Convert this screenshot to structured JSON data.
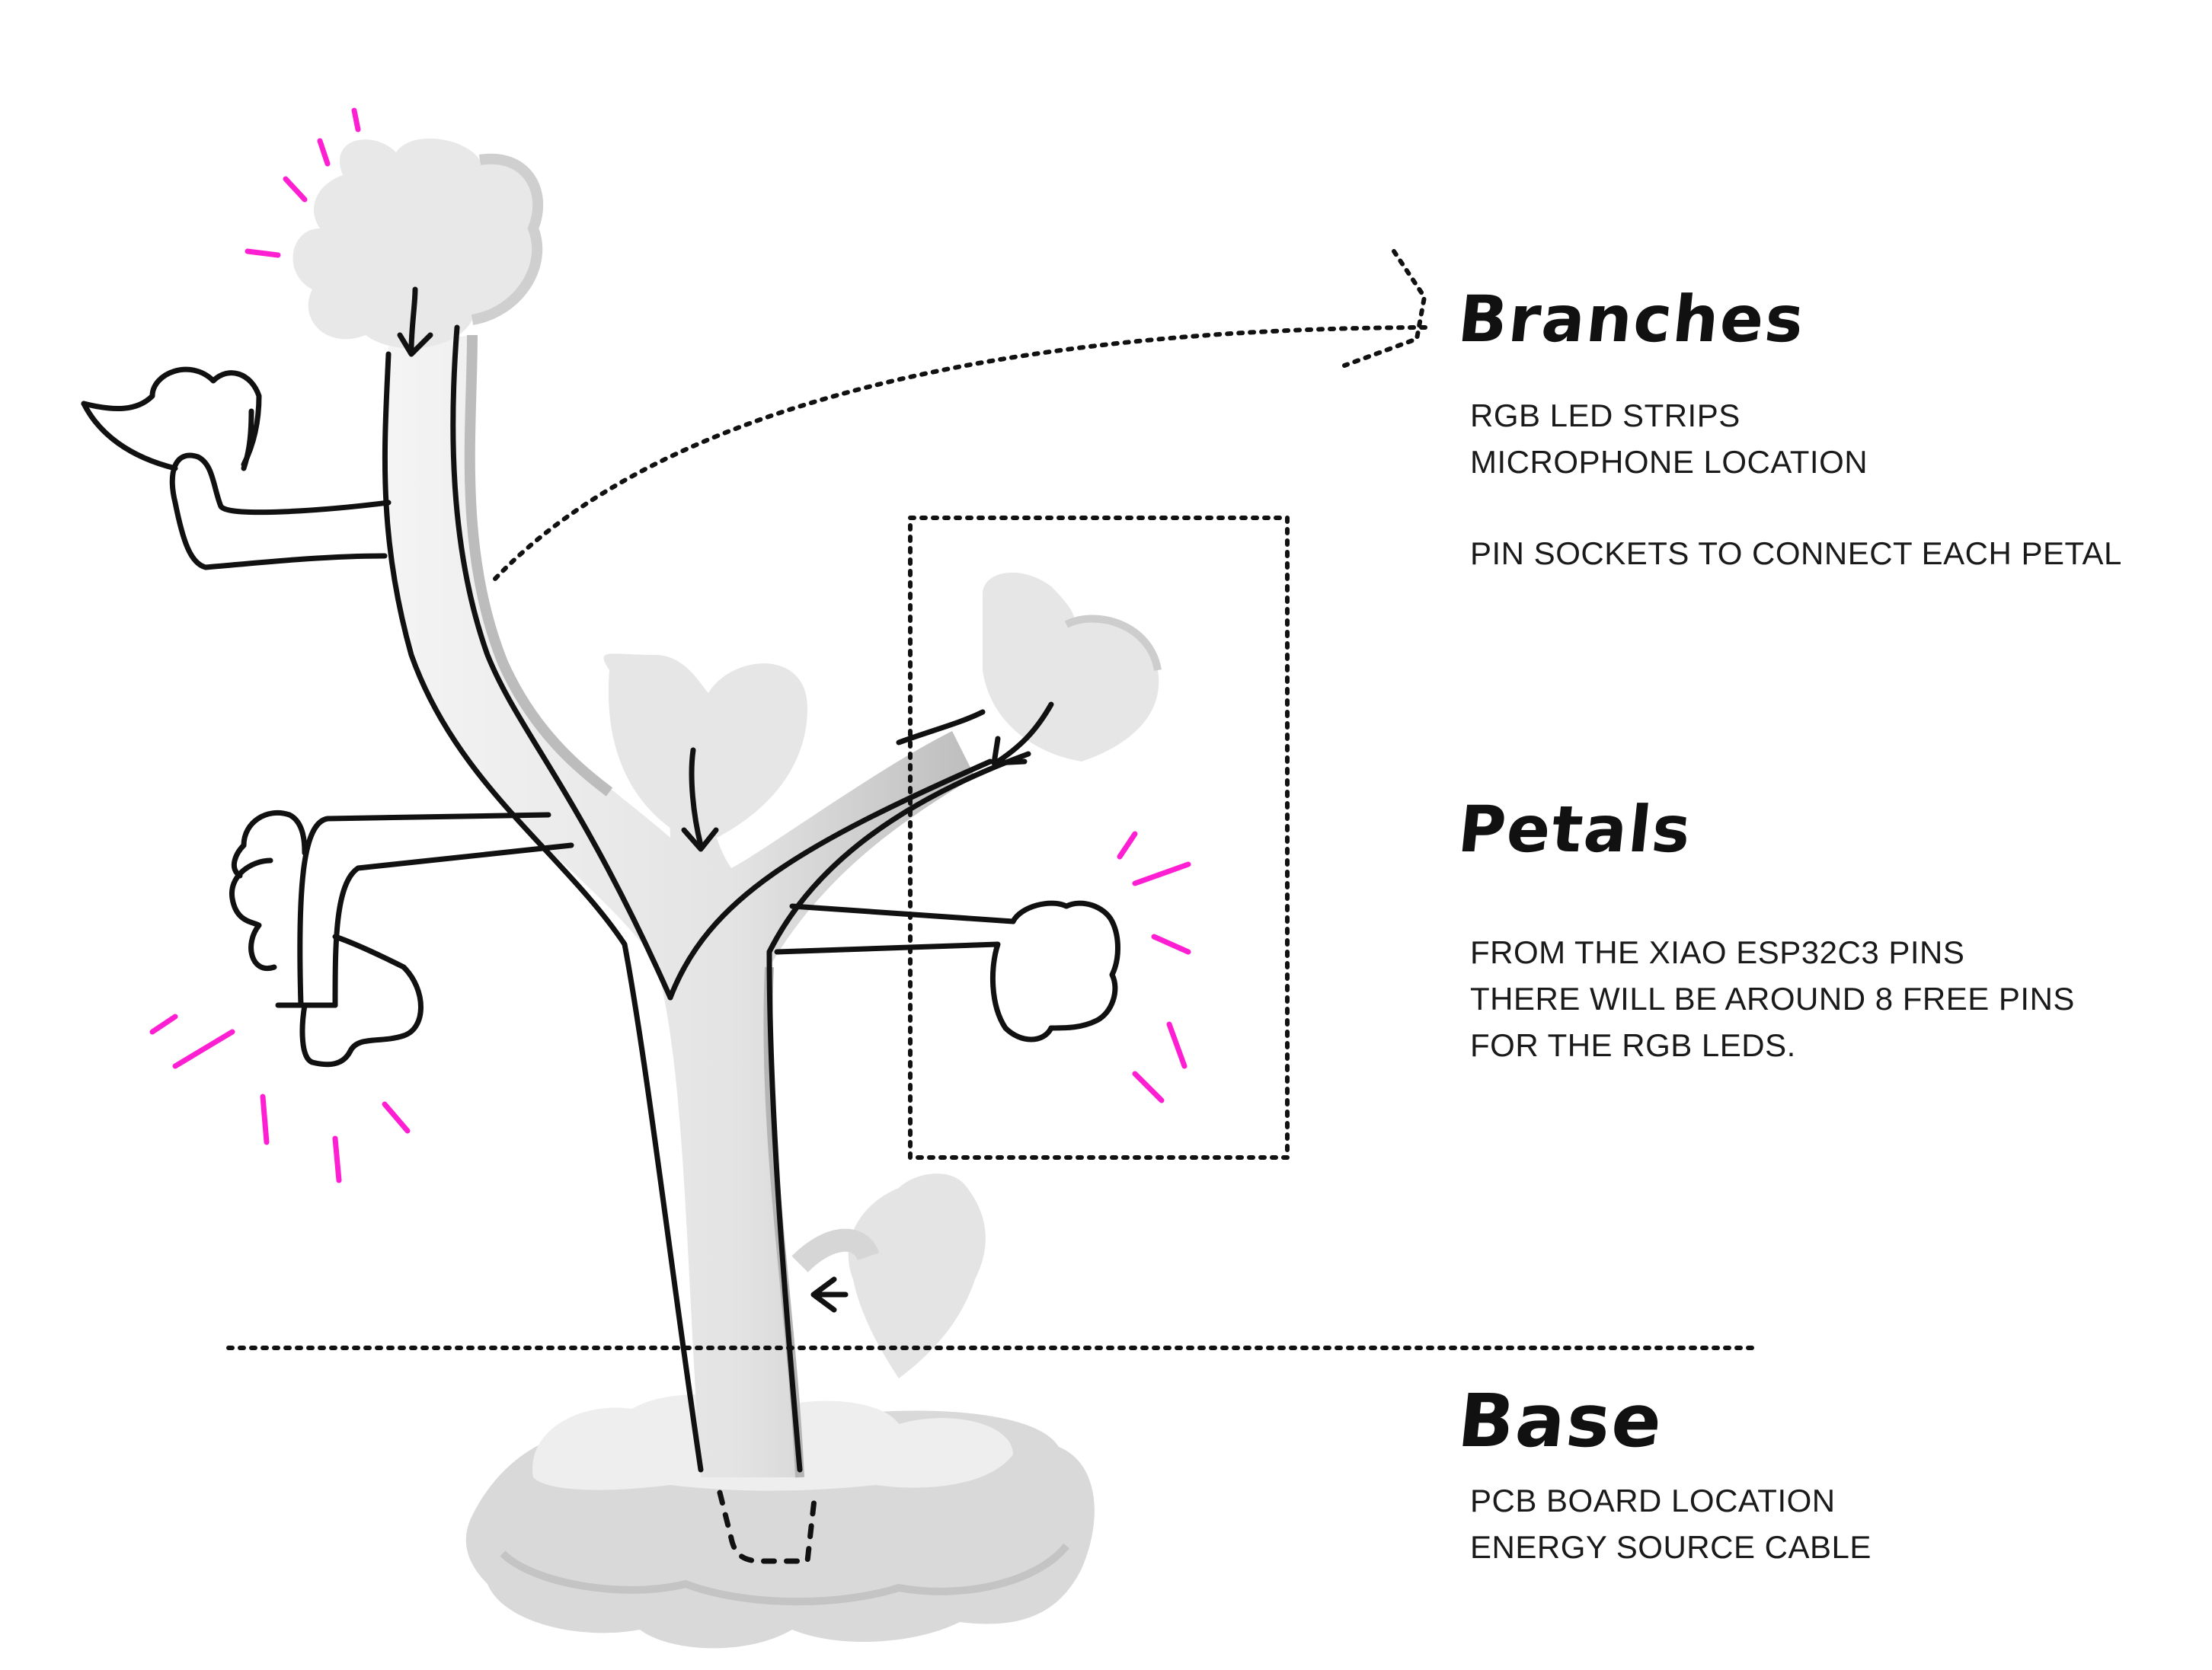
{
  "sections": {
    "branches": {
      "title": "Branches",
      "lines": [
        "RGB LED STRIPS",
        "MICROPHONE LOCATION",
        "PIN SOCKETS TO CONNECT EACH PETAL"
      ]
    },
    "petals": {
      "title": "Petals",
      "lines": [
        "FROM THE XIAO ESP32C3 PINS",
        "THERE WILL BE AROUND 8 FREE PINS",
        "FOR THE RGB LEDS."
      ]
    },
    "base": {
      "title": "Base",
      "lines": [
        "PCB BOARD LOCATION",
        "ENERGY SOURCE CABLE"
      ]
    }
  },
  "colors": {
    "ink": "#111111",
    "highlight": "#ff1fd2",
    "model": "#e6e6e6",
    "model_shadow": "#c9c9c9"
  }
}
